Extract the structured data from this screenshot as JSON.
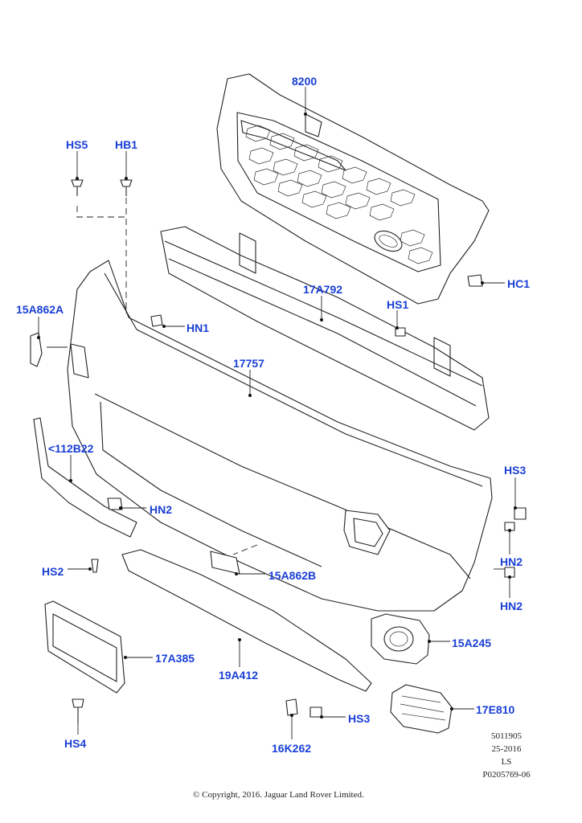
{
  "callouts": {
    "c8200": "8200",
    "hs5": "HS5",
    "hb1": "HB1",
    "hc1": "HC1",
    "c15a862a": "15A862A",
    "hn1": "HN1",
    "c17a792": "17A792",
    "hs1": "HS1",
    "c17757": "17757",
    "c112b22": "<112B22",
    "hs3_right": "HS3",
    "hn2_left": "HN2",
    "hn2_right_a": "HN2",
    "hn2_right_b": "HN2",
    "hs2": "HS2",
    "c15a862b": "15A862B",
    "c15a245": "15A245",
    "c17a385": "17A385",
    "c19a412": "19A412",
    "c17e810": "17E810",
    "hs4": "HS4",
    "hs3_bottom": "HS3",
    "c16k262": "16K262"
  },
  "meta": {
    "line1": "5011905",
    "line2": "25-2016",
    "line3": "LS",
    "line4": "P0205769-06"
  },
  "copyright": "© Copyright, 2016. Jaguar Land Rover Limited.",
  "colors": {
    "callout": "#1a3fd6",
    "line": "#222222"
  }
}
